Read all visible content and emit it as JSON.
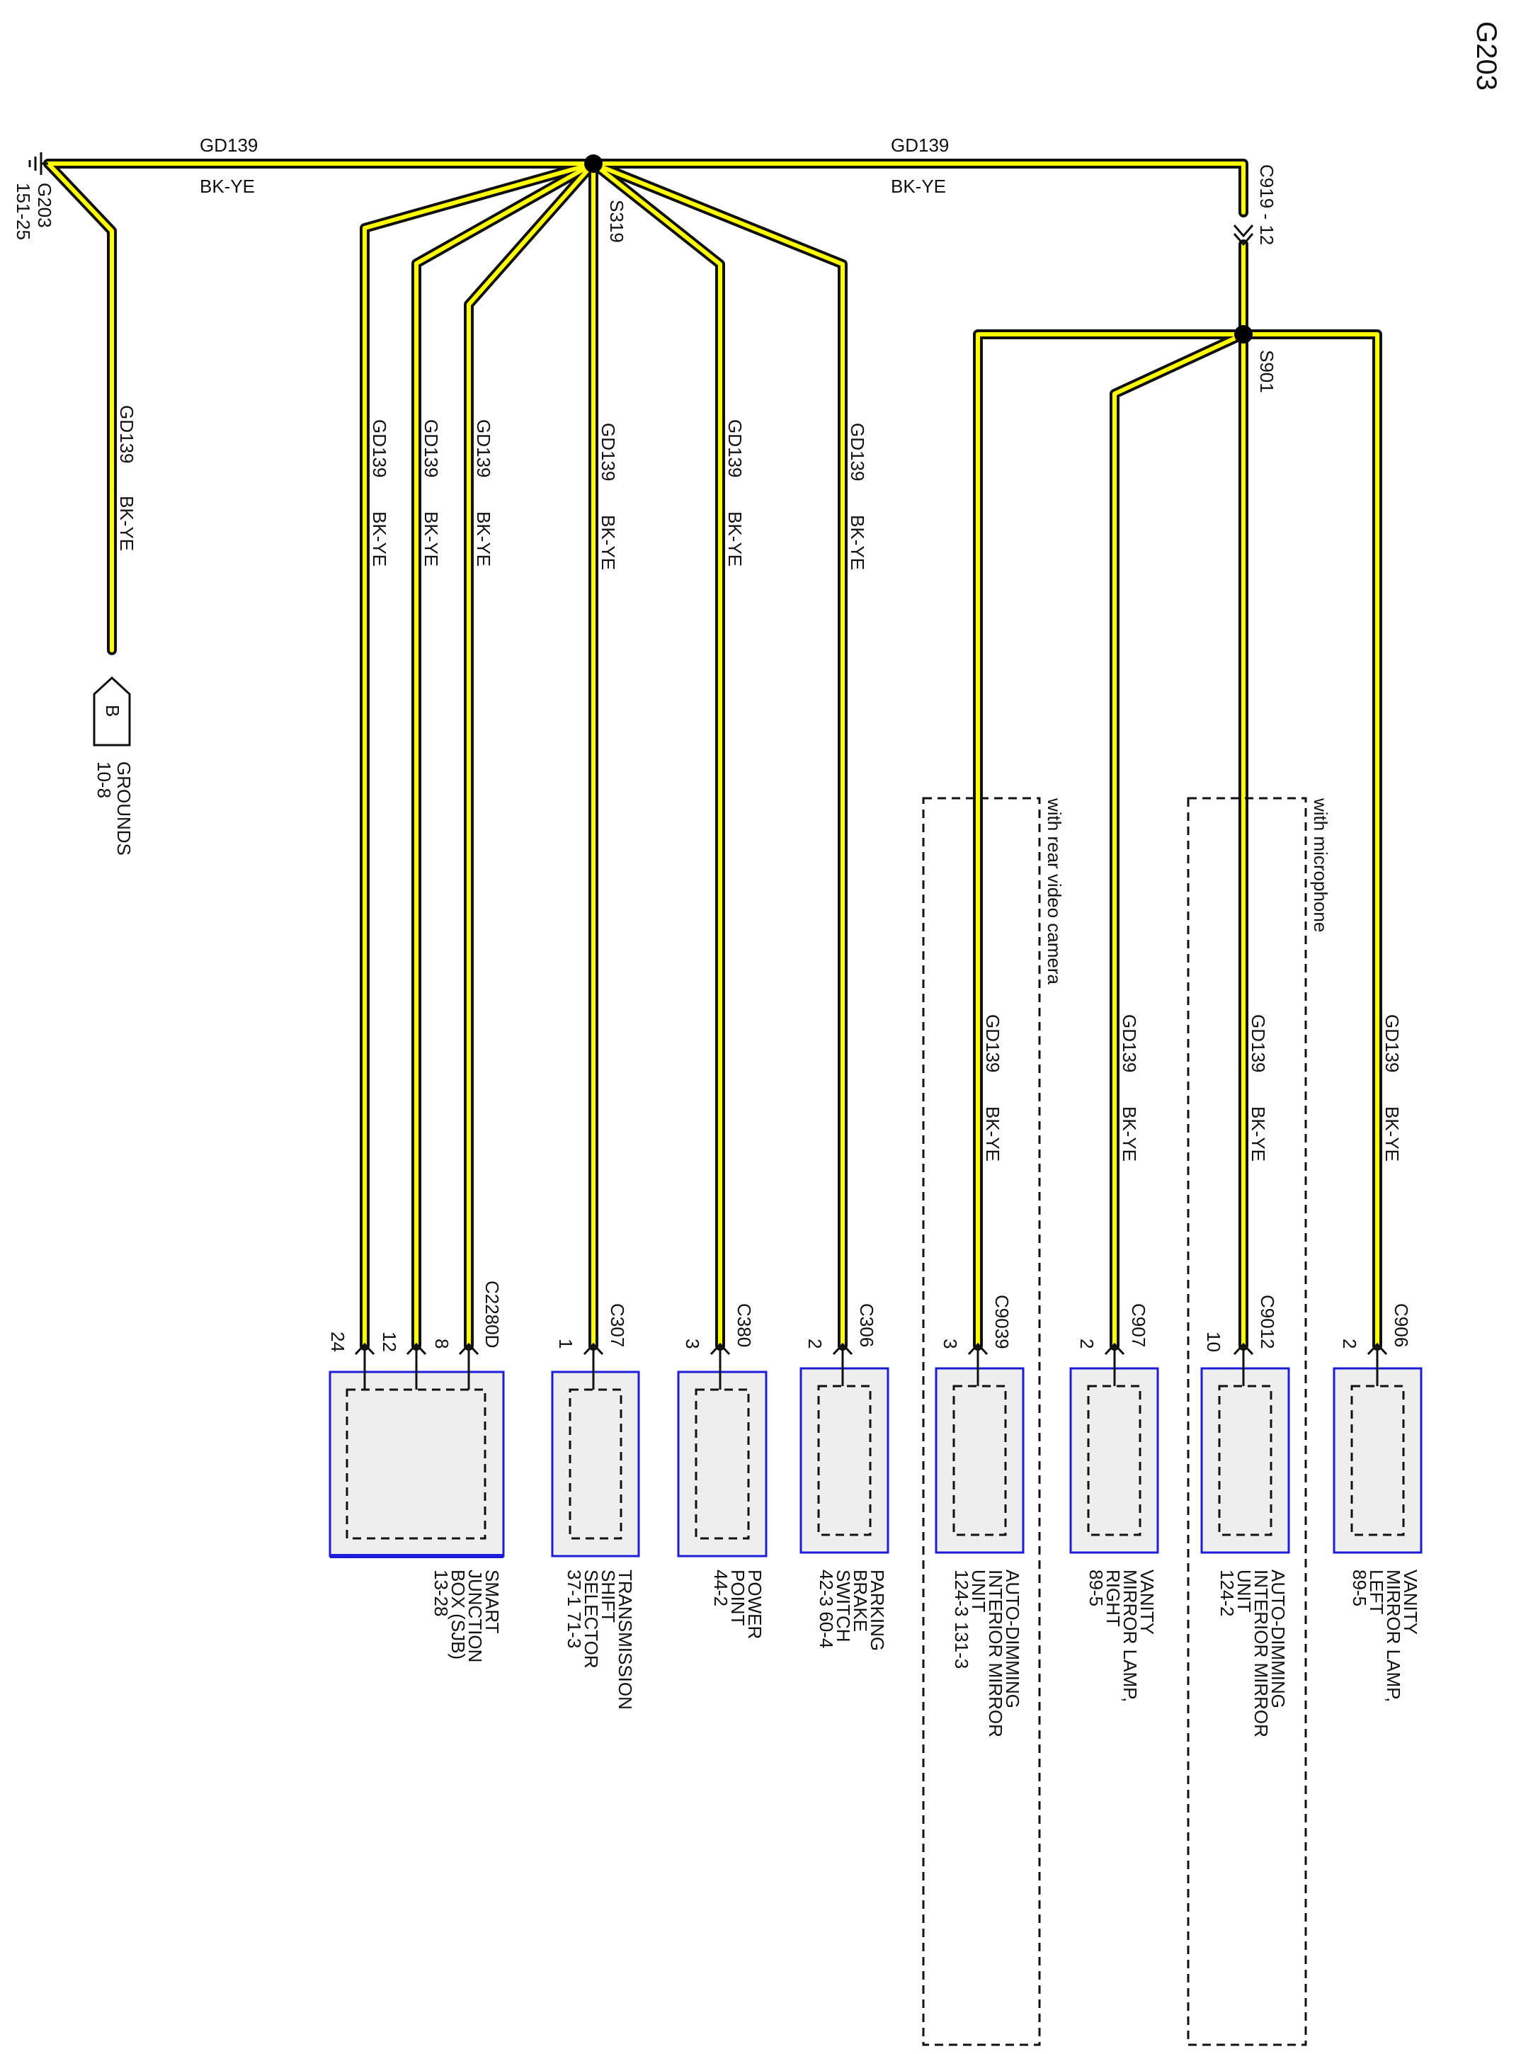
{
  "page_title": "G203",
  "colors": {
    "wire_fill": "#ffff00",
    "wire_border": "#111111",
    "component_border": "#1c1cd9",
    "component_fill": "#eeeeee"
  },
  "ground": {
    "id": "G203",
    "ref": "151-25"
  },
  "trunk": {
    "left_circuit": "GD139",
    "left_color": "BK-YE",
    "right_circuit": "GD139",
    "right_color": "BK-YE"
  },
  "splices": {
    "s319": "S319",
    "s901": "S901"
  },
  "inline_connector": "C919 - 12",
  "grounds_bus": {
    "letter": "B",
    "line1": "GROUNDS",
    "line2": "10-8",
    "circuit": "GD139",
    "color": "BK-YE"
  },
  "option_boxes": {
    "rear_camera": "with rear video camera",
    "microphone": "with microphone"
  },
  "branches": [
    {
      "circuit": "GD139",
      "color": "BK-YE"
    },
    {
      "circuit": "GD139",
      "color": "BK-YE"
    },
    {
      "circuit": "GD139",
      "color": "BK-YE"
    },
    {
      "circuit": "GD139",
      "color": "BK-YE"
    },
    {
      "circuit": "GD139",
      "color": "BK-YE"
    },
    {
      "circuit": "GD139",
      "color": "BK-YE"
    },
    {
      "circuit": "GD139",
      "color": "BK-YE"
    },
    {
      "circuit": "GD139",
      "color": "BK-YE"
    },
    {
      "circuit": "GD139",
      "color": "BK-YE"
    },
    {
      "circuit": "GD139",
      "color": "BK-YE"
    }
  ],
  "components": [
    {
      "connector": "C2280D",
      "pins": [
        "24",
        "12",
        "8"
      ],
      "lines": [
        "SMART",
        "JUNCTION",
        "BOX (SJB)",
        "13-28"
      ]
    },
    {
      "connector": "C307",
      "pin": "1",
      "lines": [
        "TRANSMISSION",
        "SHIFT",
        "SELECTOR",
        "37-1   71-3"
      ]
    },
    {
      "connector": "C380",
      "pin": "3",
      "lines": [
        "POWER",
        "POINT",
        "44-2"
      ]
    },
    {
      "connector": "C306",
      "pin": "2",
      "lines": [
        "PARKING",
        "BRAKE",
        "SWITCH",
        "42-3    60-4"
      ]
    },
    {
      "connector": "C9039",
      "pin": "3",
      "lines": [
        "AUTO-DIMMING",
        "INTERIOR MIRROR",
        "UNIT",
        "124-3   131-3"
      ]
    },
    {
      "connector": "C907",
      "pin": "2",
      "lines": [
        "VANITY",
        "MIRROR LAMP,",
        "RIGHT",
        "89-5"
      ]
    },
    {
      "connector": "C9012",
      "pin": "10",
      "lines": [
        "AUTO-DIMMING",
        "INTERIOR MIRROR",
        "UNIT",
        "124-2"
      ]
    },
    {
      "connector": "C906",
      "pin": "2",
      "lines": [
        "VANITY",
        "MIRROR LAMP,",
        "LEFT",
        "89-5"
      ]
    }
  ]
}
